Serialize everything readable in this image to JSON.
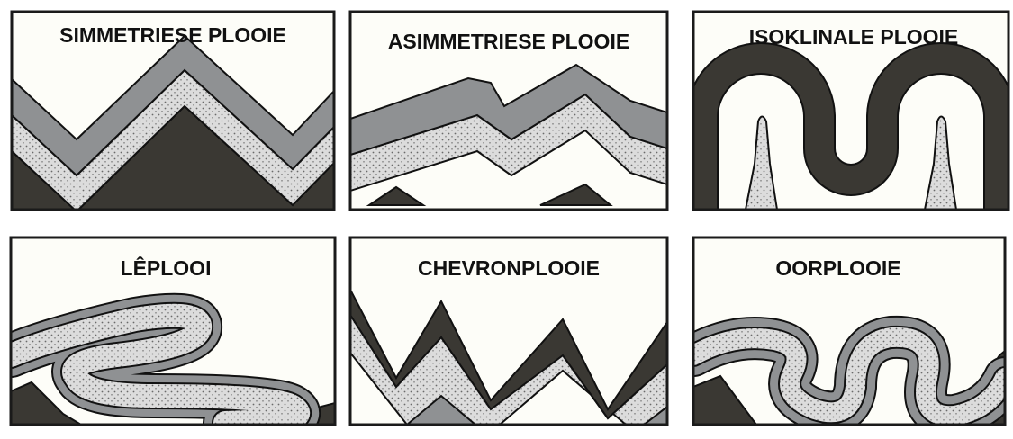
{
  "diagram": {
    "panels": [
      {
        "id": "symmetric",
        "title": "SIMMETRIESE PLOOIE"
      },
      {
        "id": "asymmetric",
        "title": "ASIMMETRIESE PLOOIE"
      },
      {
        "id": "isoclinal",
        "title": "ISOKLINALE PLOOIE"
      },
      {
        "id": "recumbent",
        "title": "LÊPLOOI"
      },
      {
        "id": "chevron",
        "title": "CHEVRONPLOOIE"
      },
      {
        "id": "overturned",
        "title": "OORPLOOIE"
      }
    ]
  },
  "colors": {
    "background": "#fdfdf8",
    "frame": "#1a1a1a",
    "dark_layer": "#3a3833",
    "gray_layer": "#8f9193",
    "stipple_layer": "#dcdcdc",
    "stipple_dot": "#6a6a6a",
    "white_layer": "#fdfdf8"
  }
}
